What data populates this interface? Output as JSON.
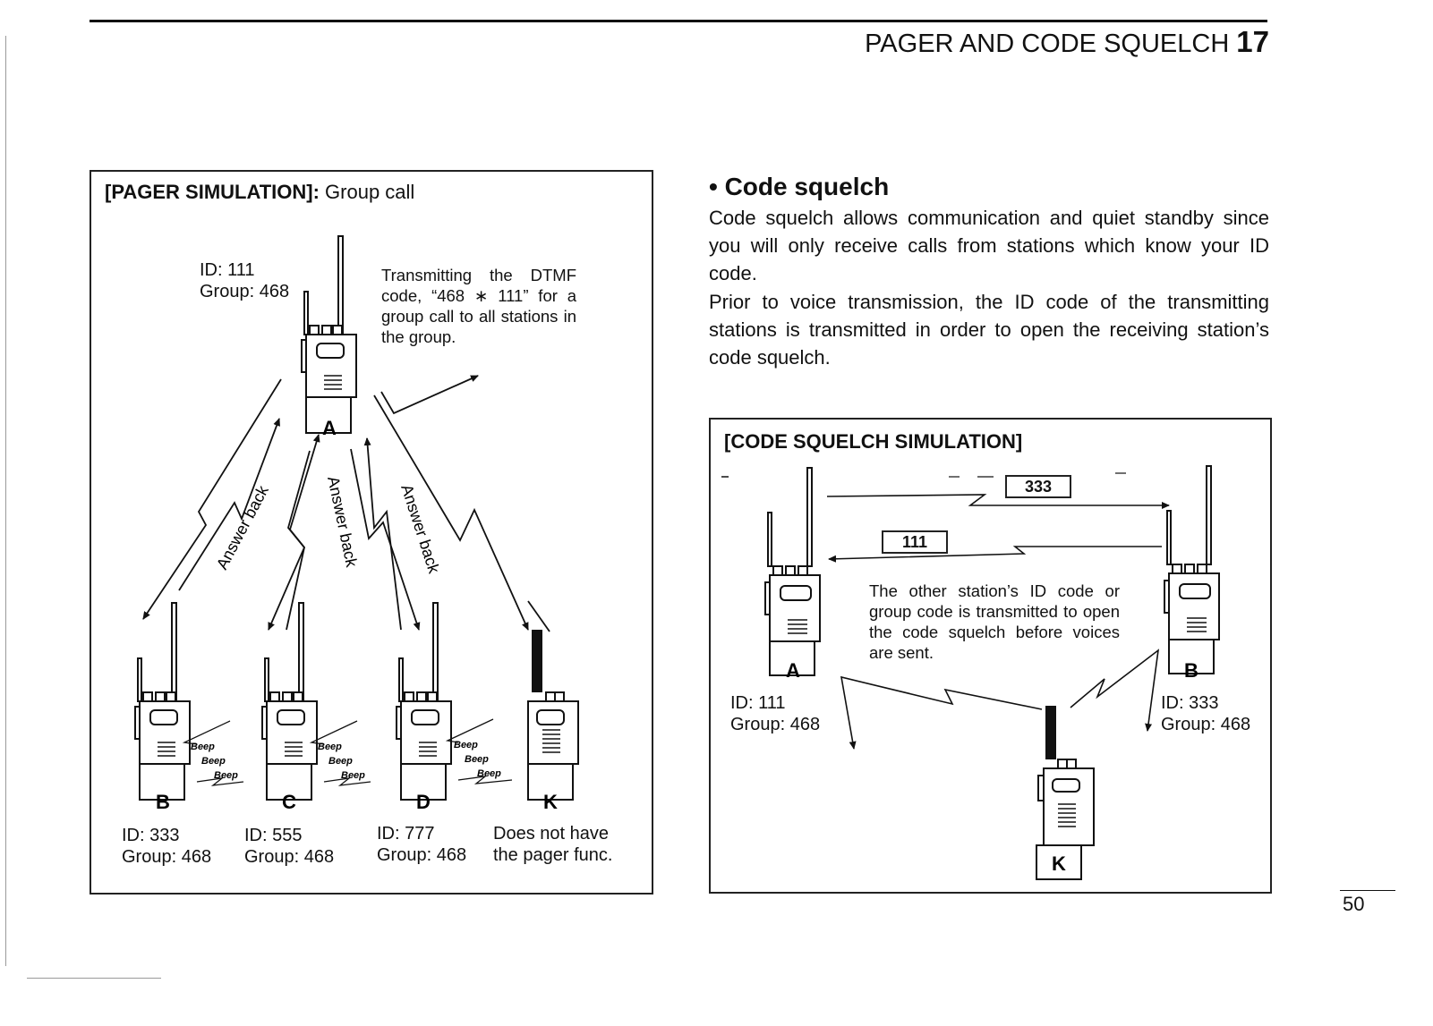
{
  "header": {
    "title": "PAGER AND CODE SQUELCH",
    "chapter": "17"
  },
  "page_number": "50",
  "pager_sim": {
    "title_bold": "[PAGER SIMULATION]:",
    "title_rest": " Group call",
    "station_a": {
      "letter": "A",
      "id": "ID: 111",
      "group": "Group: 468"
    },
    "note": "Transmitting the DTMF code, “468 ∗ 111” for a group call to all stations in the group.",
    "answer_back": "Answer back",
    "beep": "Beep",
    "stations": [
      {
        "letter": "B",
        "line1": "ID: 333",
        "line2": "Group: 468"
      },
      {
        "letter": "C",
        "line1": "ID: 555",
        "line2": "Group: 468"
      },
      {
        "letter": "D",
        "line1": "ID: 777",
        "line2": "Group: 468"
      },
      {
        "letter": "K",
        "line1": "Does not have",
        "line2": "the pager func."
      }
    ]
  },
  "code_squelch": {
    "heading": "• Code squelch",
    "paragraph1": "Code squelch allows communication and quiet standby since you will only receive calls from stations which know your ID code.",
    "paragraph2": "Prior to voice transmission, the ID code of the transmitting stations is transmitted in order to open the receiving station’s code squelch."
  },
  "cs_sim": {
    "title": "[CODE SQUELCH SIMULATION]",
    "code_to_b": "333",
    "code_to_a": "111",
    "note": "The other station’s ID code or group code is transmitted to open the code squelch before voices are sent.",
    "station_a": {
      "letter": "A",
      "id": "ID: 111",
      "group": "Group: 468"
    },
    "station_b": {
      "letter": "B",
      "id": "ID: 333",
      "group": "Group: 468"
    },
    "station_k": {
      "letter": "K"
    }
  }
}
